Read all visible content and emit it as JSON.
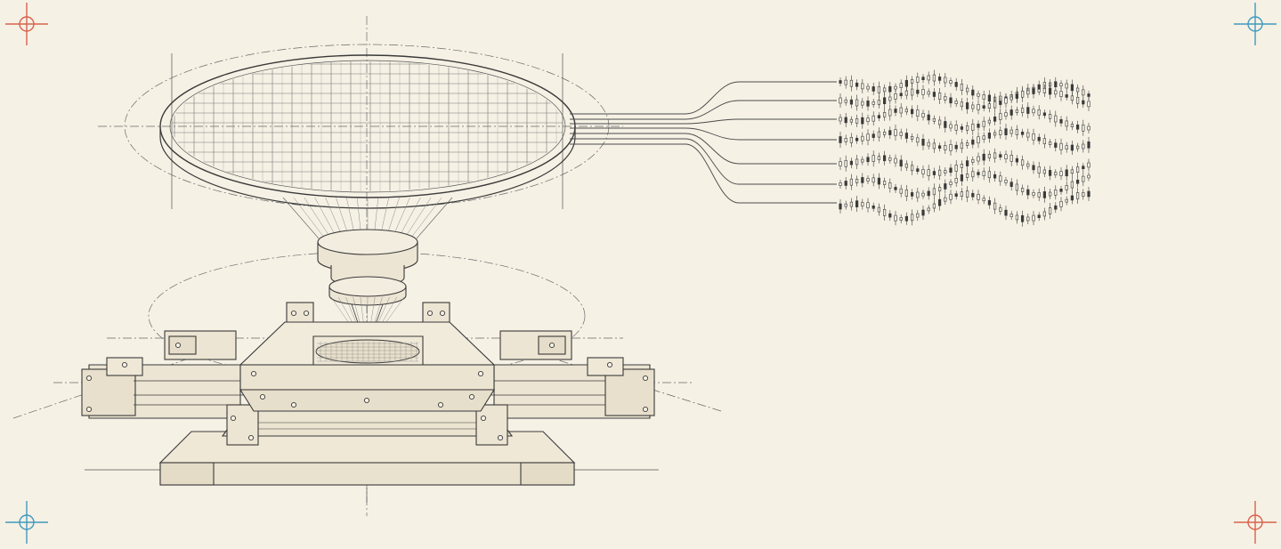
{
  "illustration": {
    "subject": "wafer-on-xy-stage-technical-drawing",
    "colors": {
      "background": "#f6f1e5",
      "ink": "#3a3a3a",
      "registration_red": "#d9624d",
      "registration_blue": "#3f9bbf"
    },
    "registration_marks": [
      {
        "corner": "top-left",
        "color": "registration_red"
      },
      {
        "corner": "top-right",
        "color": "registration_blue"
      },
      {
        "corner": "bottom-left",
        "color": "registration_blue"
      },
      {
        "corner": "bottom-right",
        "color": "registration_red"
      }
    ],
    "signal_traces": 6,
    "candlestick_rows": 6
  }
}
